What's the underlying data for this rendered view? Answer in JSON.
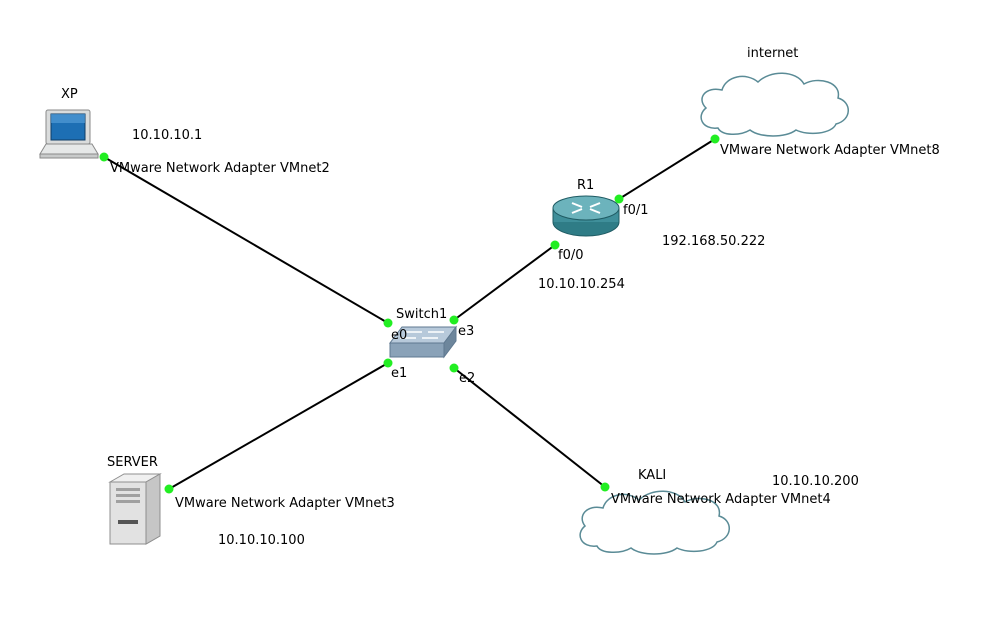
{
  "nodes": {
    "xp": {
      "label": "XP",
      "ip": "10.10.10.1",
      "adapter": "VMware Network Adapter VMnet2",
      "icon": "laptop-icon"
    },
    "server": {
      "label": "SERVER",
      "ip": "10.10.10.100",
      "adapter": "VMware Network Adapter VMnet3",
      "icon": "server-icon"
    },
    "switch": {
      "label": "Switch1",
      "ports": {
        "e0": "e0",
        "e1": "e1",
        "e2": "e2",
        "e3": "e3"
      },
      "icon": "switch-icon"
    },
    "router": {
      "label": "R1",
      "ports": {
        "f0_0": "f0/0",
        "f0_1": "f0/1"
      },
      "ip_f0_0": "10.10.10.254",
      "ip_f0_1": "192.168.50.222",
      "icon": "router-icon"
    },
    "internet": {
      "label": "internet",
      "adapter": "VMware Network Adapter VMnet8",
      "icon": "cloud-icon"
    },
    "kali": {
      "label": "KALI",
      "ip": "10.10.10.200",
      "adapter": "VMware Network Adapter VMnet4",
      "icon": "cloud-icon"
    }
  },
  "colors": {
    "link": "#000000",
    "status_dot": "#22ee22",
    "cloud_stroke": "#5a8b96",
    "router_body": "#3f8f9a",
    "switch_body": "#8aa2b8"
  }
}
